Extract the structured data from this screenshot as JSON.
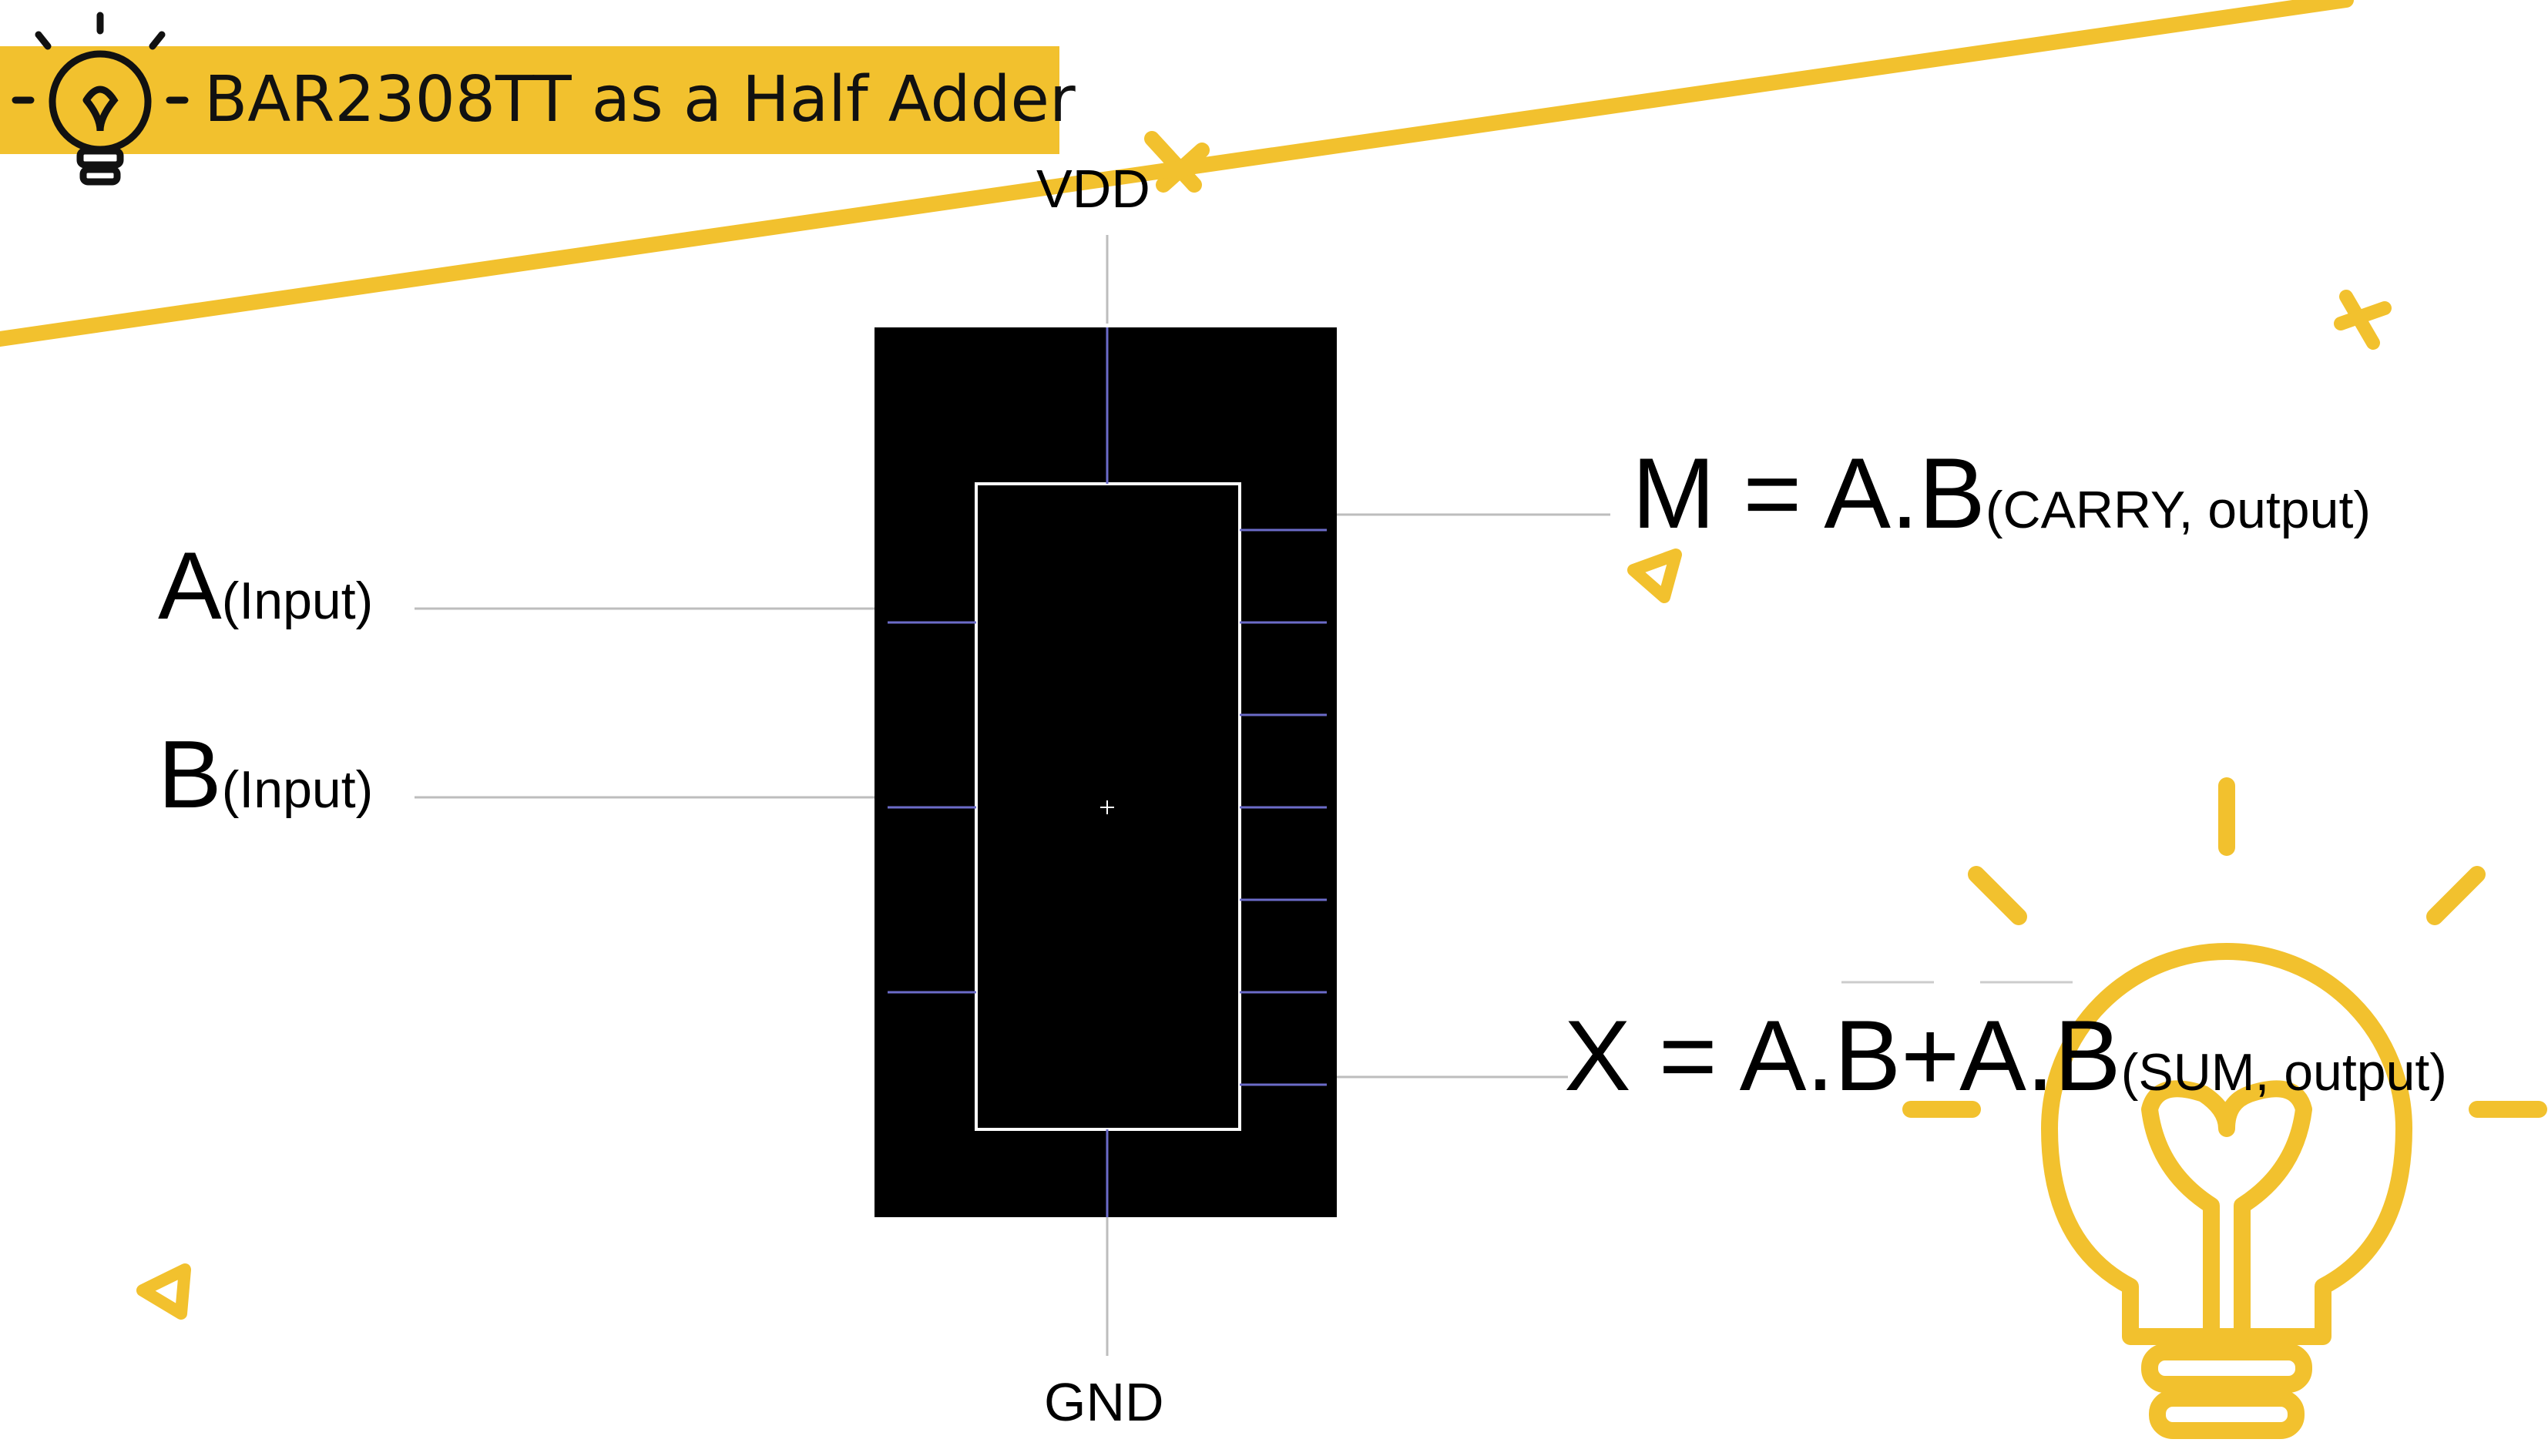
{
  "title": "BAR2308TT as a Half Adder",
  "labels": {
    "vdd": "VDD",
    "gnd": "GND",
    "input_a": "A",
    "input_a_note": "(Input)",
    "input_b": "B",
    "input_b_note": "(Input)",
    "carry_eq": "M = A.B",
    "carry_note": "(CARRY, output)",
    "sum_eq": "X = A.B+A.B",
    "sum_note": "(SUM, output)"
  },
  "icons": [
    "lightbulb-icon",
    "cross-deco-icon",
    "triangle-deco-icon"
  ],
  "colors": {
    "accent": "#f2c12e",
    "chip_body": "#000000",
    "chip_outline": "#ffffff",
    "pin_line": "#6b6bc8",
    "wire": "#bdbdbd"
  }
}
